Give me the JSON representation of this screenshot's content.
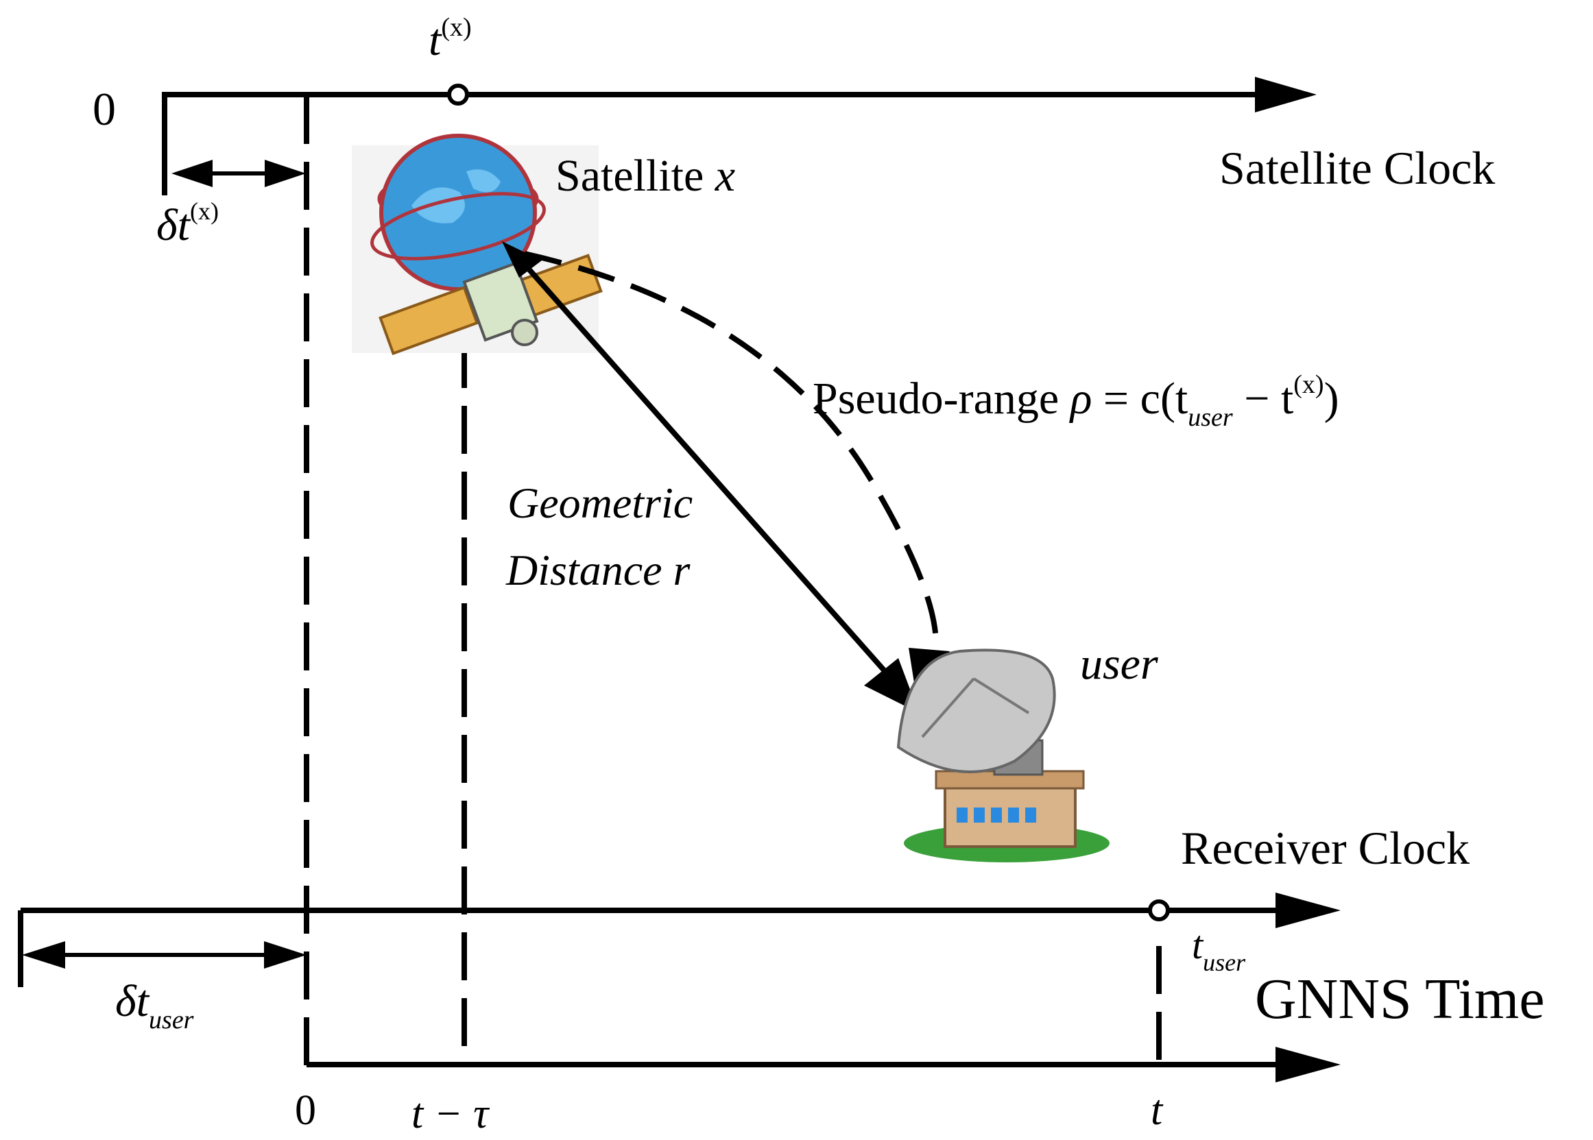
{
  "satellite_clock": {
    "origin": "0",
    "label": "Satellite Clock",
    "event_t": "t",
    "event_sup": "(x)",
    "offset_delta": "δt",
    "offset_sup": "(x)",
    "satellite_label": "Satellite ",
    "satellite_var": "x"
  },
  "signal": {
    "geometric_line1": "Geometric",
    "geometric_line2": "Distance r",
    "pseudo_label": "Pseudo-range ",
    "pseudo_rho": "ρ",
    "pseudo_eq": " = c(t",
    "pseudo_sub": "user",
    "pseudo_minus": " − t",
    "pseudo_sup": "(x)",
    "pseudo_close": ")"
  },
  "receiver": {
    "user_label": "user",
    "clock_label": "Receiver Clock",
    "t_user": "t",
    "t_user_sub": "user",
    "offset_delta": "δt",
    "offset_sub": "user"
  },
  "gnss": {
    "label": "GNNS Time",
    "tick_zero": "0",
    "tick_t_minus_tau": "t − τ",
    "tick_t": "t"
  },
  "colors": {
    "stroke": "#000000",
    "globe": "#3a9ad9",
    "globe_ring": "#b0343c",
    "panel": "#e8b04a",
    "dish": "#c8c8c8",
    "building": "#d9b48a",
    "grass": "#3aa03a",
    "window": "#2a8ae0"
  }
}
